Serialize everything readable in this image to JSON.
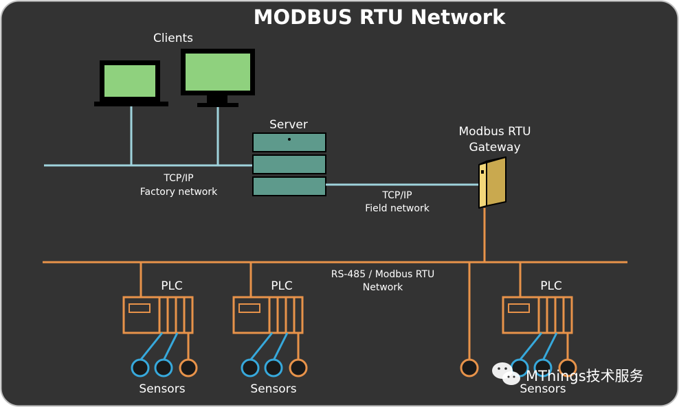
{
  "title": "MODBUS RTU Network",
  "labels": {
    "clients": "Clients",
    "server": "Server",
    "gateway_line1": "Modbus RTU",
    "gateway_line2": "Gateway",
    "factory_line1": "TCP/IP",
    "factory_line2": "Factory network",
    "field_line1": "TCP/IP",
    "field_line2": "Field network",
    "rs485_line1": "RS-485 / Modbus RTU",
    "rs485_line2": "Network",
    "plc": "PLC",
    "sensors": "Sensors"
  },
  "plcs": [
    {
      "label": "PLC",
      "sensors_label": "Sensors"
    },
    {
      "label": "PLC",
      "sensors_label": "Sensors"
    },
    {
      "label": "PLC",
      "sensors_label": "Sensors"
    }
  ],
  "watermark": {
    "text": "MThings技术服务",
    "icon": "wechat-icon"
  },
  "colors": {
    "background": "#333333",
    "frame_border": "#bdbdbd",
    "tcp_line": "#9fd3dc",
    "rs485_line": "#e8934a",
    "screen_green": "#8fd17e",
    "server_teal": "#5e9a8c",
    "gateway_yellow": "#f2d77a",
    "sensor_blue": "#37a9dc",
    "text_white": "#ffffff"
  }
}
